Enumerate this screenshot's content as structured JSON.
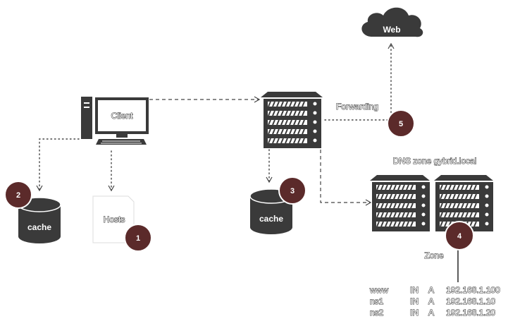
{
  "nodes": {
    "web": "Web",
    "client": "Client",
    "hosts": "Hosts",
    "forwarding": "Forwarding",
    "dns_zone": "DNS zone gybrid.local",
    "cache_left": "cache",
    "cache_center": "cache",
    "zone": "Zone"
  },
  "steps": [
    "1",
    "2",
    "3",
    "4",
    "5"
  ],
  "records": [
    {
      "name": "www",
      "class": "IN",
      "type": "A",
      "ip": "192.168.1.100"
    },
    {
      "name": "ns1",
      "class": "IN",
      "type": "A",
      "ip": "192.168.1.10"
    },
    {
      "name": "ns2",
      "class": "IN",
      "type": "A",
      "ip": "192.168.1.20"
    }
  ],
  "colors": {
    "server": "#3a3a3a",
    "badge": "#5b2a2a",
    "line": "#444444"
  }
}
